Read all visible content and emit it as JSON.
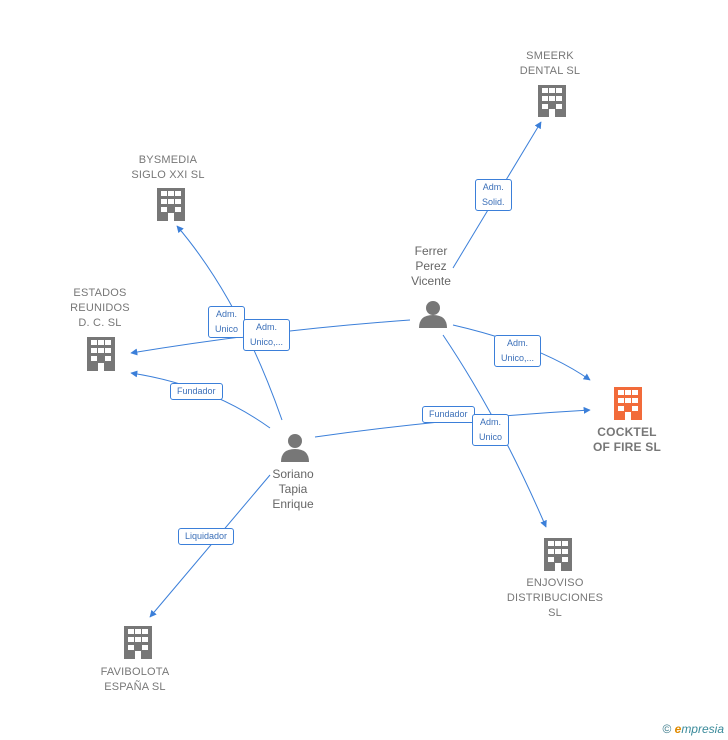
{
  "colors": {
    "edge": "#3b7fd9",
    "company_icon": "#777777",
    "highlight_icon": "#f26b3a",
    "person_icon": "#777777"
  },
  "nodes": {
    "smeerk": {
      "label": "SMEERK\nDENTAL  SL",
      "icon": "building-icon"
    },
    "bysmedia": {
      "label": "BYSMEDIA\nSIGLO XXI SL",
      "icon": "building-icon"
    },
    "estados": {
      "label": "ESTADOS\nREUNIDOS\nD. C.  SL",
      "icon": "building-icon"
    },
    "cocktel": {
      "label": "COCKTEL\nOF FIRE  SL",
      "icon": "building-icon"
    },
    "enjoviso": {
      "label": "ENJOVISO\nDISTRIBUCIONES\nSL",
      "icon": "building-icon"
    },
    "favibolota": {
      "label": "FAVIBOLOTA\nESPAÑA  SL",
      "icon": "building-icon"
    },
    "ferrer": {
      "label": "Ferrer\nPerez\nVicente",
      "icon": "person-icon"
    },
    "soriano": {
      "label": "Soriano\nTapia\nEnrique",
      "icon": "person-icon"
    }
  },
  "edges": {
    "ferrer_smeerk": "Adm.\nSolid.",
    "soriano_bysmedia": "Adm.\nUnico",
    "ferrer_estados": "Adm.\nUnico,...",
    "soriano_estados": "Fundador",
    "ferrer_cocktel": "Adm.\nUnico,...",
    "soriano_cocktel": "Fundador",
    "ferrer_enjoviso": "Adm.\nUnico",
    "soriano_favibolota": "Liquidador"
  },
  "footer": {
    "copyright": "©",
    "brand_initial": "e",
    "brand_rest": "mpresia"
  }
}
